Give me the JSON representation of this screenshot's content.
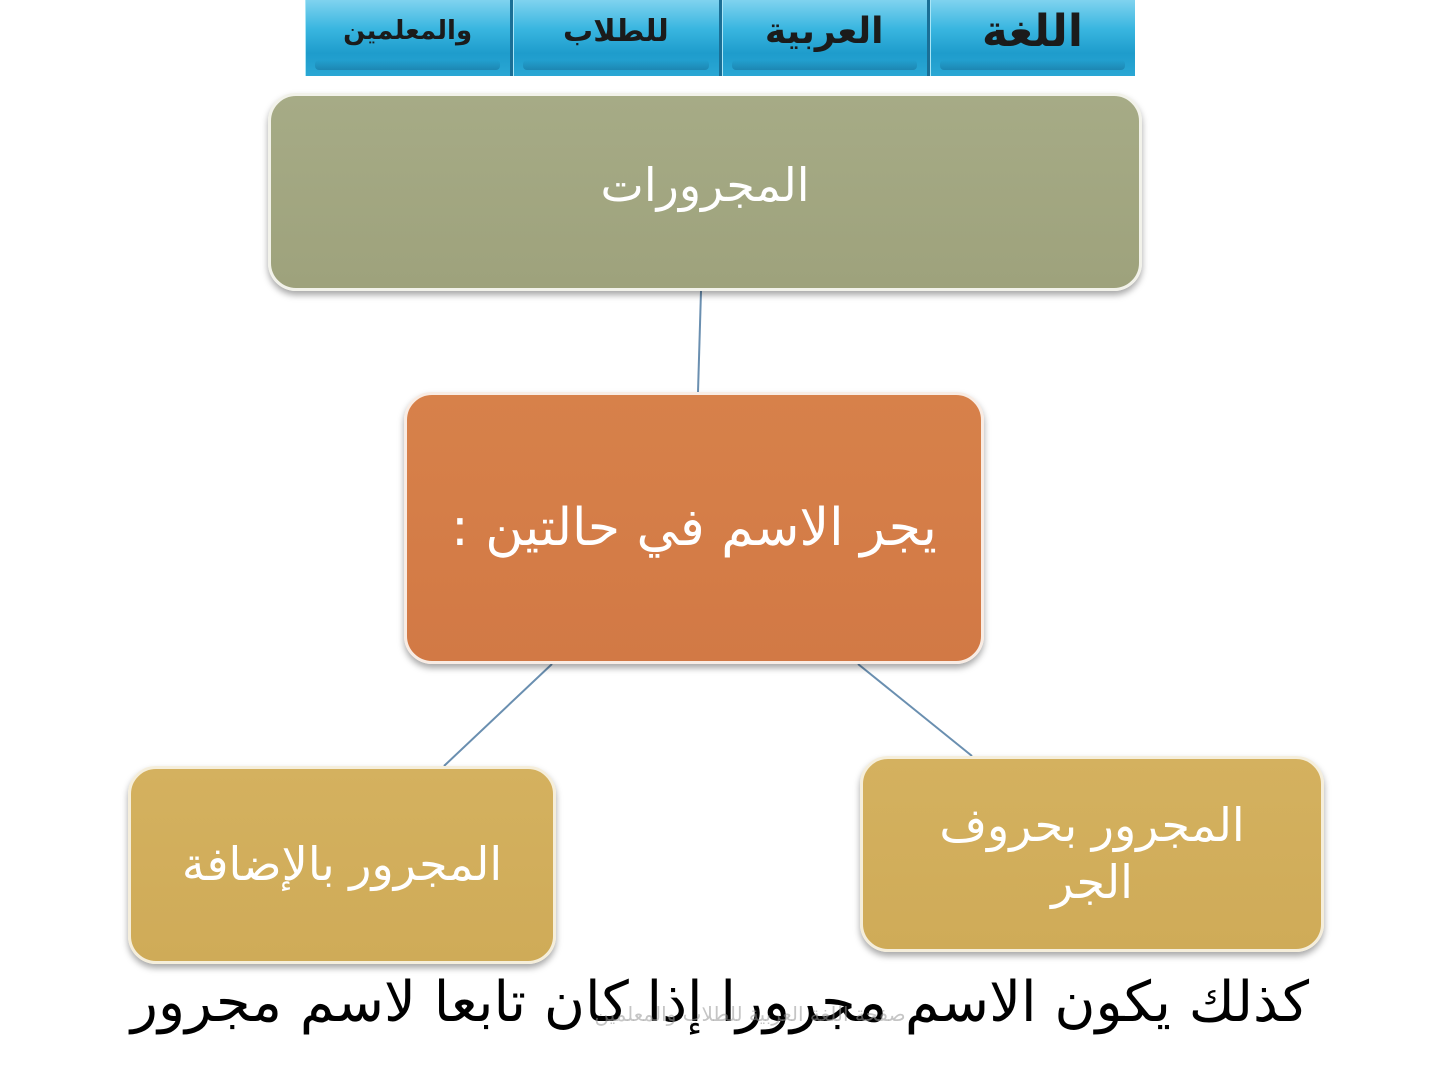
{
  "header": {
    "words": [
      "اللغة",
      "العربية",
      "للطلاب",
      "والمعلمين"
    ]
  },
  "diagram": {
    "root": "المجرورات",
    "middle": "يجر الاسم في حالتين :",
    "left_child": "المجرور بالإضافة",
    "right_child": "المجرور بحروف الجر"
  },
  "footer": {
    "note": "كذلك يكون الاسم مجرورا إذا كان تابعا لاسم مجرور",
    "watermark": "صفحة اللغة العربية للطلاب والمعلمين"
  },
  "colors": {
    "root_fill": "#a2a67f",
    "middle_fill": "#d47c47",
    "child_fill": "#d1ae5b",
    "connector": "#6a8fb0",
    "banner": "#2aa7d4"
  }
}
